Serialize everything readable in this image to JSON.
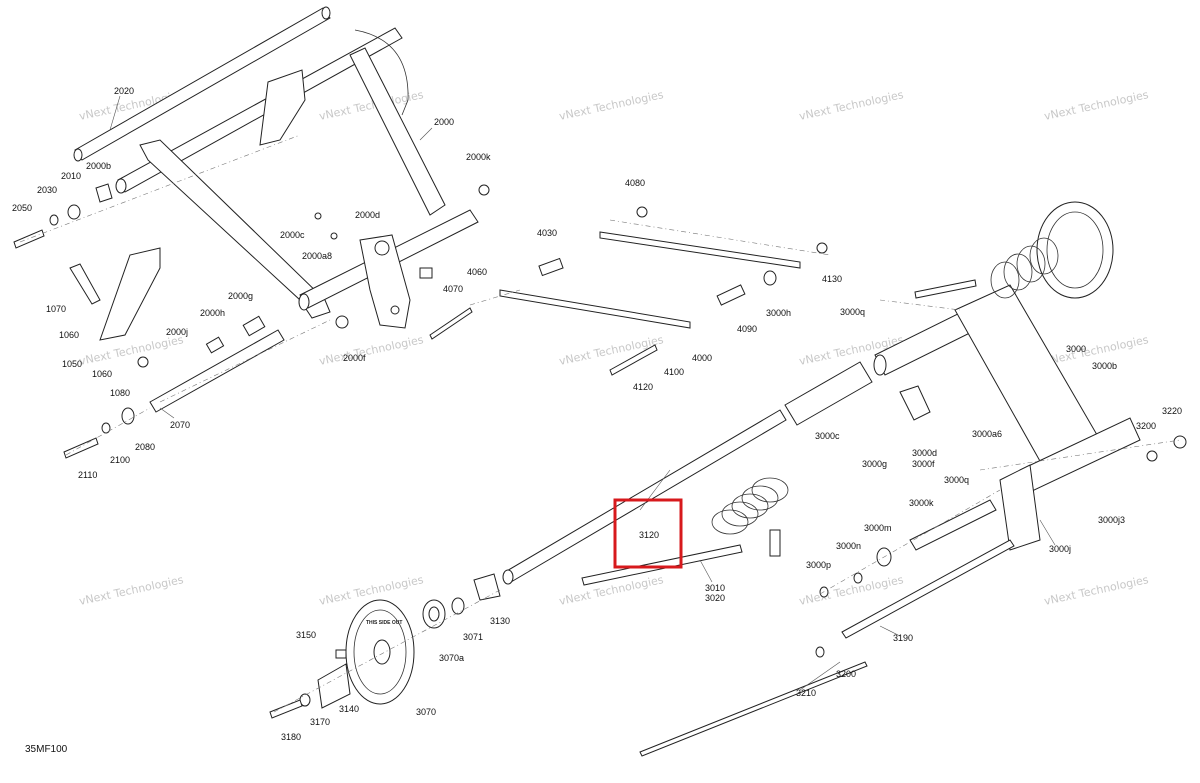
{
  "diagram": {
    "code": "35MF100",
    "watermark": "vNext Technologies",
    "highlight_color": "#d7191c",
    "highlighted_callout": "3120",
    "wheel_text": "THIS SIDE OUT",
    "callouts": {
      "c2020": "2020",
      "c2000": "2000",
      "c2000k": "2000k",
      "c2000b": "2000b",
      "c2010": "2010",
      "c2030": "2030",
      "c2050": "2050",
      "c2000c": "2000c",
      "c2000a8": "2000a8",
      "c2000d": "2000d",
      "c2000g": "2000g",
      "c2000h": "2000h",
      "c2000j": "2000j",
      "c2000f": "2000f",
      "c1070": "1070",
      "c1060a": "1060",
      "c1060b": "1060",
      "c1050": "1050",
      "c1080": "1080",
      "c2070": "2070",
      "c2080": "2080",
      "c2100": "2100",
      "c2110": "2110",
      "c4080": "4080",
      "c4030": "4030",
      "c4060": "4060",
      "c4070": "4070",
      "c4130": "4130",
      "c3000h": "3000h",
      "c4090": "4090",
      "c4000": "4000",
      "c4100": "4100",
      "c4120": "4120",
      "c3000q1": "3000q",
      "c3000": "3000",
      "c3000b": "3000b",
      "c3000c": "3000c",
      "c3000g": "3000g",
      "c3000d": "3000d",
      "c3000f": "3000f",
      "c3000a6": "3000a6",
      "c3000q2": "3000q",
      "c3220": "3220",
      "c3200a": "3200",
      "c3000j3": "3000j3",
      "c3000k": "3000k",
      "c3000m": "3000m",
      "c3000n": "3000n",
      "c3000p": "3000p",
      "c3000j": "3000j",
      "c3120": "3120",
      "c3010": "3010",
      "c3020": "3020",
      "c3130": "3130",
      "c3071": "3071",
      "c3070a": "3070a",
      "c3150": "3150",
      "c3070": "3070",
      "c3140": "3140",
      "c3170": "3170",
      "c3180": "3180",
      "c3190": "3190",
      "c3200b": "3200",
      "c3210": "3210"
    }
  }
}
